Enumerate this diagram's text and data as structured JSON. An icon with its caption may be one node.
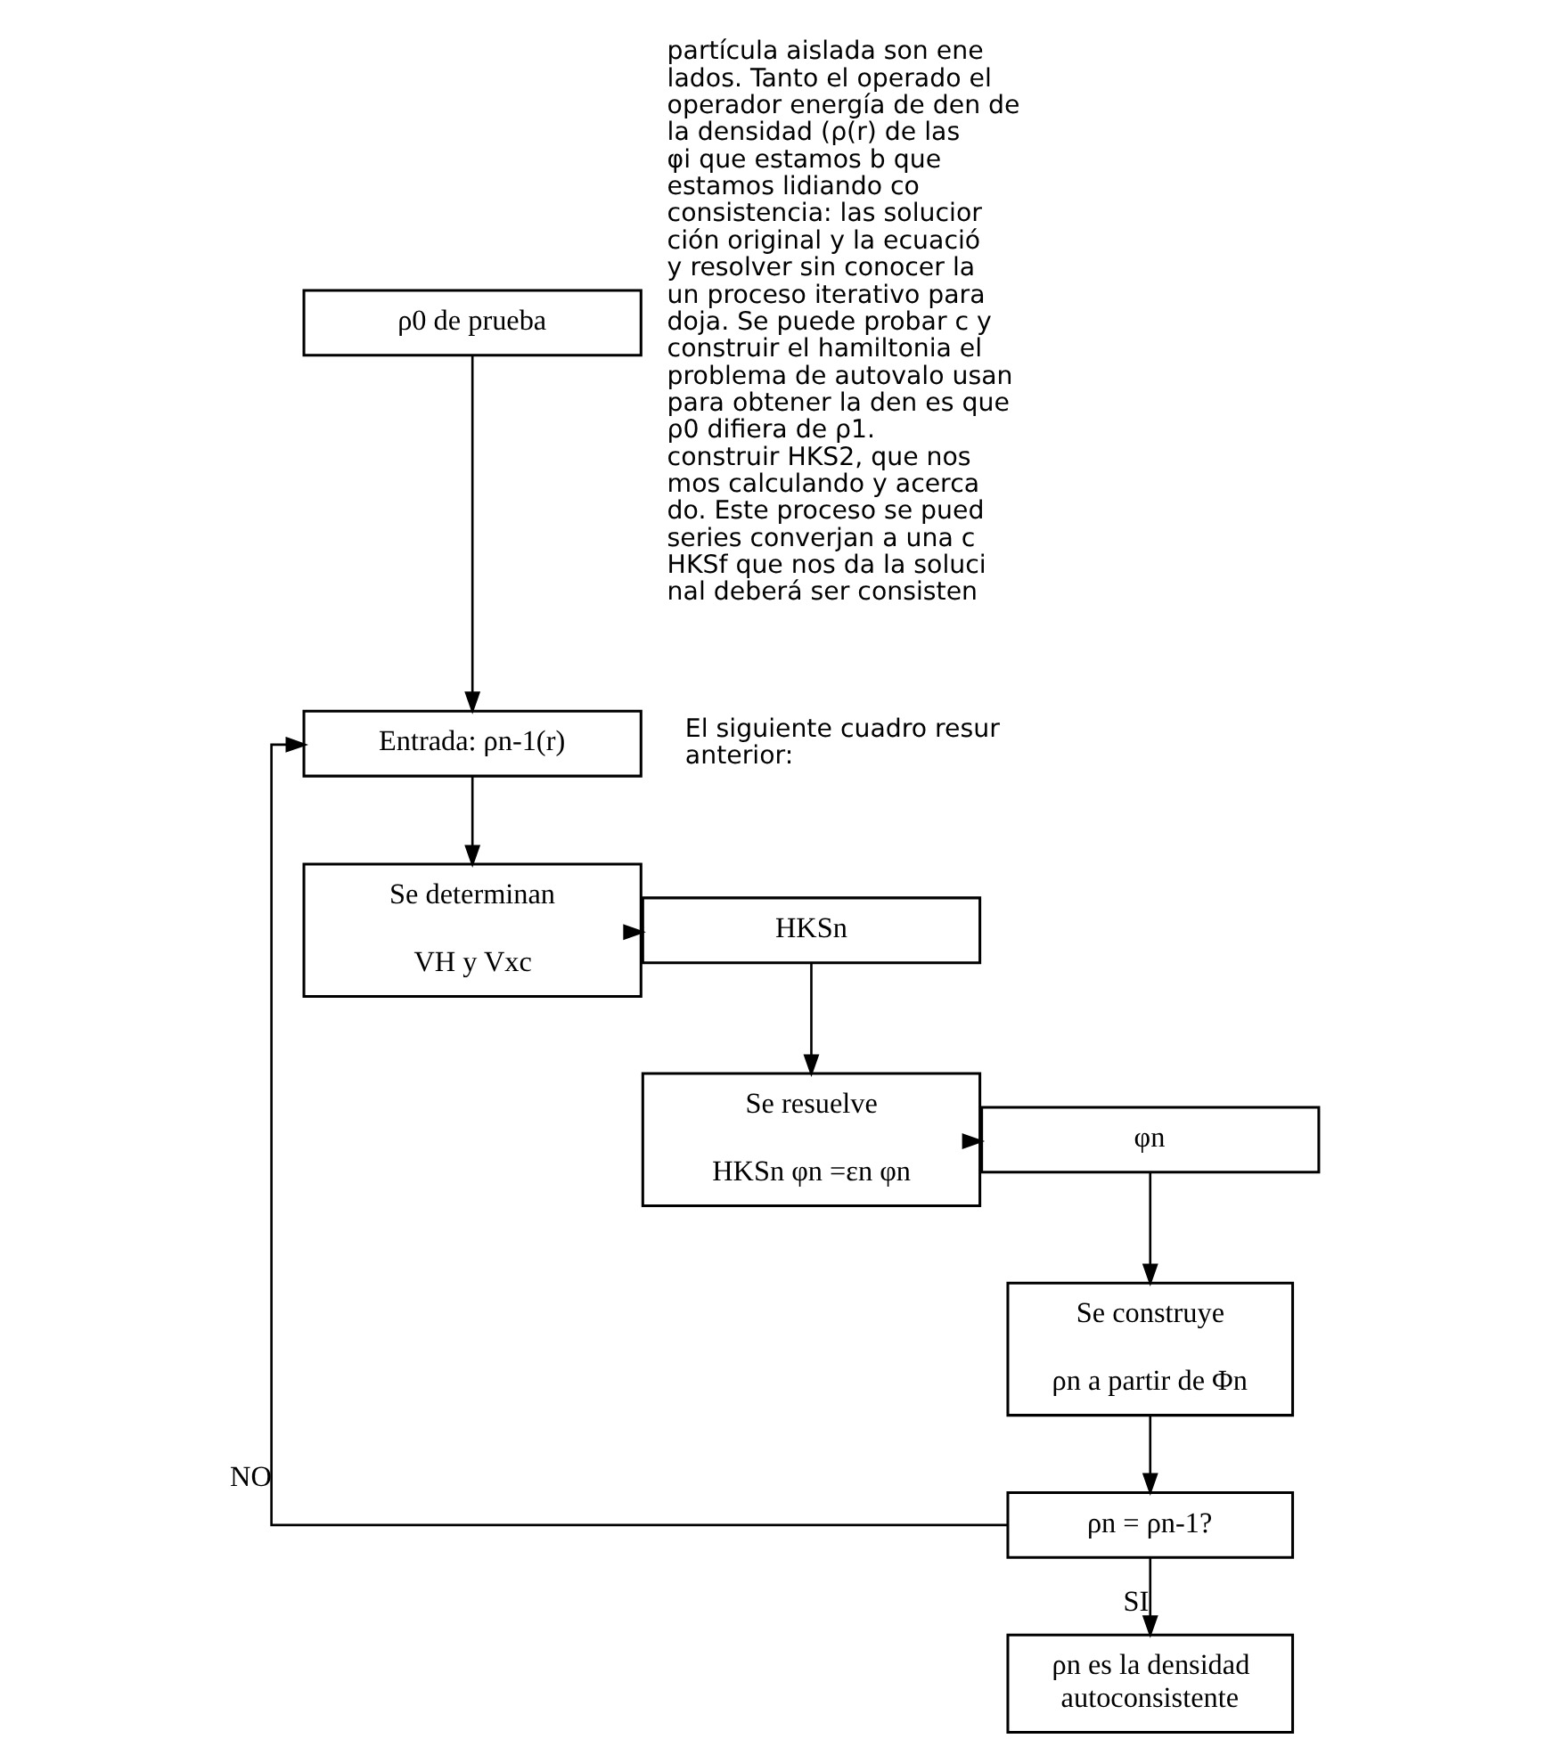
{
  "diagram": {
    "nodes": [
      {
        "text": [
          "ρ0 de prueba"
        ]
      },
      {
        "text": [
          "Entrada: ρn-1(r)"
        ]
      },
      {
        "text": [
          "Se determinan",
          "VH y Vxc"
        ]
      },
      {
        "text": [
          "HKSn"
        ]
      },
      {
        "text": [
          "Se resuelve",
          "HKSn φn =εn φn"
        ]
      },
      {
        "text": [
          "φn"
        ]
      },
      {
        "text": [
          "Se construye",
          "ρn a partir de Φn"
        ]
      },
      {
        "text": [
          "ρn = ρn-1?"
        ]
      },
      {
        "text": [
          "ρn es la densidad autoconsistente"
        ]
      }
    ],
    "edges": [
      {
        "from": 0,
        "to": 1,
        "arrow": "to"
      },
      {
        "from": 1,
        "to": 2,
        "arrow": "to"
      },
      {
        "from": 2,
        "to": 3,
        "arrow": "to"
      },
      {
        "from": 3,
        "to": 4,
        "arrow": "to"
      },
      {
        "from": 4,
        "to": 5,
        "arrow": "to"
      },
      {
        "from": 5,
        "to": 6,
        "arrow": "to"
      },
      {
        "from": 6,
        "to": 7,
        "arrow": "to"
      },
      {
        "from": 7,
        "to": 1,
        "arrow": "to",
        "label": "NO"
      },
      {
        "from": 7,
        "to": 8,
        "arrow": "to",
        "label": "SI"
      }
    ],
    "labels": [
      "partícula aislada son ene lados. Tanto el operado el operador energía de den de la densidad (ρ(r) de las φi que estamos b que estamos lidiando co consistencia: las solucior ción original y la ecuació y resolver sin conocer la un proceso iterativo para doja. Se puede probar c y construir el hamiltonia el problema de autovalo usan para obtener la den es que ρ0 difiera de ρ1. construir HKS2, que nos mos calculando y acerca do. Este proceso se pued series converjan a una c HKSf que nos da la soluci nal deberá ser consisten",
      "El siguiente cuadro resur anterior:"
    ]
  }
}
